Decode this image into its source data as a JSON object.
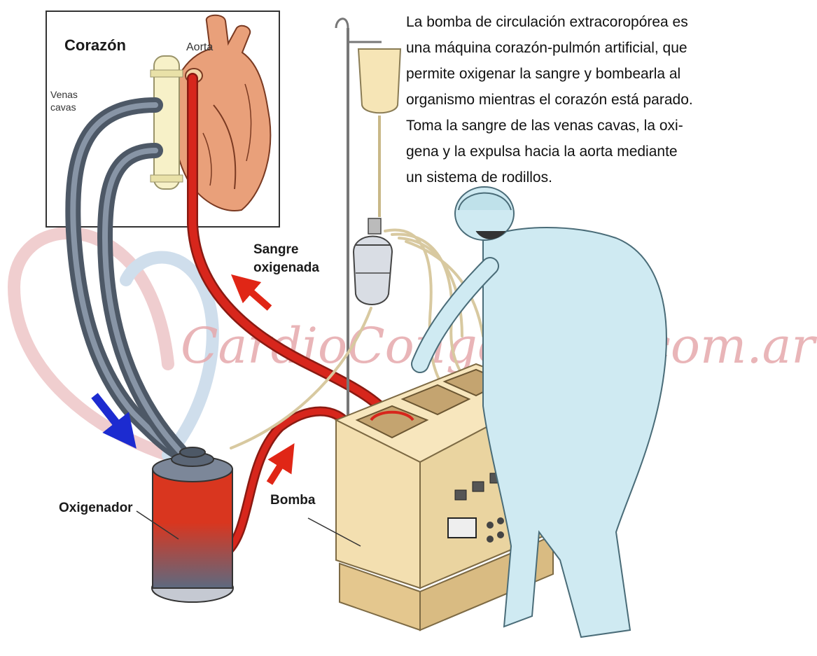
{
  "labels": {
    "corazon": "Corazón",
    "aorta": "Aorta",
    "venas_line1": "Venas",
    "venas_line2": "cavas",
    "sangre_line1": "Sangre",
    "sangre_line2": "oxigenada",
    "oxigenador": "Oxigenador",
    "bomba": "Bomba"
  },
  "description": [
    "La bomba de circulación extracoropórea es",
    "una máquina corazón-pulmón artificial, que",
    "permite oxigenar la sangre y bombearla al",
    "organismo mientras el corazón está parado.",
    "Toma la sangre de las venas cavas, la oxi-",
    "gena y la expulsa hacia la aorta mediante",
    "un sistema de rodillos."
  ],
  "watermark": "CardioCongenitas.com.ar",
  "colors": {
    "oxygenated_blood": "#d7261c",
    "venous_tube": "#4d5866",
    "arrow_blue": "#1c2bd0",
    "arrow_red": "#e02616",
    "scrubs": "#cfeaf2",
    "console": "#f3dfb0",
    "heart": "#e9a07a"
  }
}
